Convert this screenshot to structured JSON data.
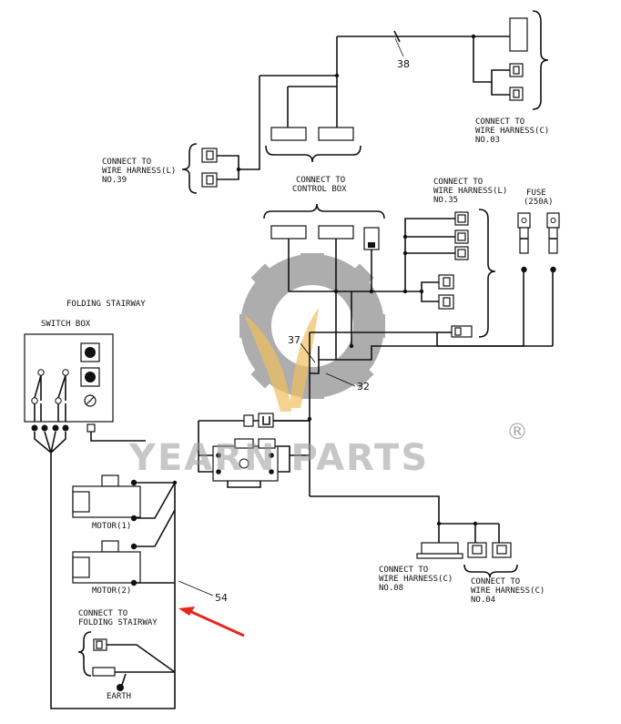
{
  "labels": {
    "harness_c_03": [
      "CONNECT TO",
      "WIRE HARNESS(C)",
      "NO.03"
    ],
    "harness_l_39": [
      "CONNECT TO",
      "WIRE HARNESS(L)",
      "NO.39"
    ],
    "control_box": [
      "CONNECT TO",
      "CONTROL BOX"
    ],
    "harness_l_35": [
      "CONNECT TO",
      "WIRE HARNESS(L)",
      "NO.35"
    ],
    "fuse": [
      "FUSE",
      "(250A)"
    ],
    "folding_stairway": "FOLDING STAIRWAY",
    "switch_box": "SWITCH BOX",
    "motor1": "MOTOR(1)",
    "motor2": "MOTOR(2)",
    "connect_folding": [
      "CONNECT TO",
      "FOLDING STAIRWAY"
    ],
    "earth": "EARTH",
    "harness_c_08": [
      "CONNECT TO",
      "WIRE HARNESS(C)",
      "NO.08"
    ],
    "harness_c_04": [
      "CONNECT TO",
      "WIRE HARNESS(C)",
      "NO.04"
    ]
  },
  "callouts": {
    "n38": "38",
    "n37": "37",
    "n32": "32",
    "n54": "54"
  },
  "watermark": {
    "brand": "YEARN PARTS",
    "registered": "®",
    "gear_color": "#6b6b6b",
    "accent_color": "#f0c060"
  },
  "pointer_color": "#e8261c"
}
